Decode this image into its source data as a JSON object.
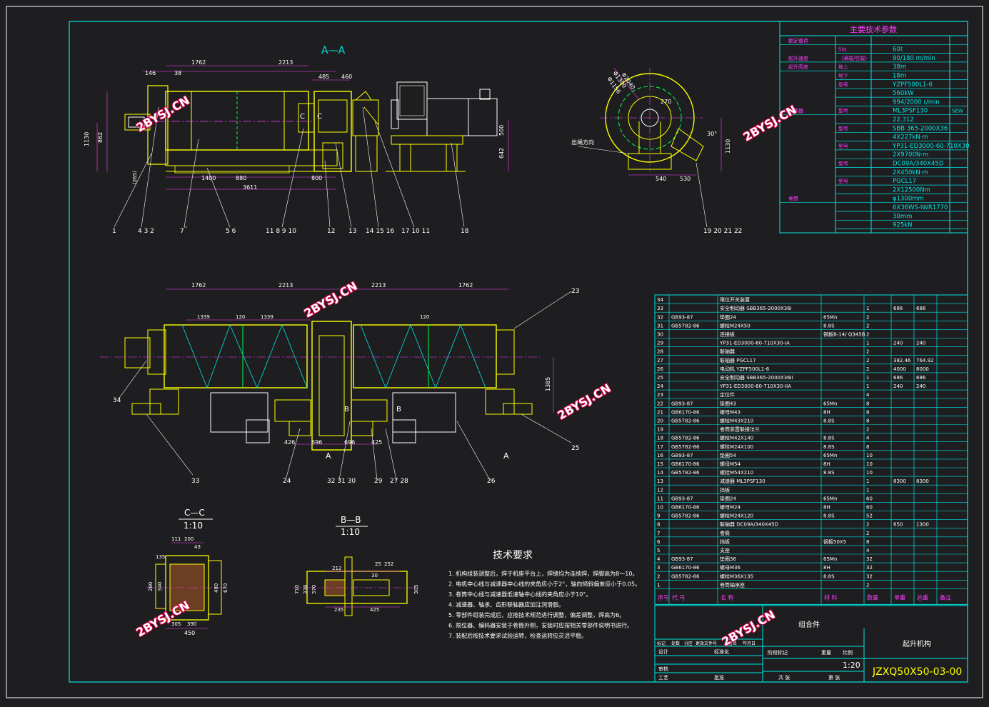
{
  "drawing": {
    "view_aa_label": "A—A",
    "view_cc_label": "C—C",
    "view_cc_scale": "1:10",
    "view_bb_label": "B—B",
    "view_bb_scale": "1:10",
    "section_marks": [
      "A",
      "A",
      "B",
      "B",
      "C",
      "C"
    ],
    "direction_label": "出绳方向",
    "watermark": "2BYSJ.CN"
  },
  "dimensions_top": [
    "1762",
    "2213",
    "146",
    "38",
    "485",
    "460",
    "1130",
    "862",
    "(265)",
    "1400",
    "880",
    "800",
    "3611",
    "500",
    "642"
  ],
  "dimensions_plan": [
    "1762",
    "2213",
    "2213",
    "1762",
    "1339",
    "120",
    "1339",
    "120",
    "1385",
    "426",
    "696",
    "696",
    "425"
  ],
  "dimensions_side": [
    "Φ2040",
    "Φ1300",
    "Φ1156",
    "270",
    "30°",
    "1130",
    "540",
    "530"
  ],
  "dimensions_cc": [
    "111",
    "200",
    "43",
    "135",
    "280",
    "340",
    "480",
    "670",
    "305",
    "390",
    "450"
  ],
  "dimensions_bb": [
    "212",
    "25",
    "252",
    "30",
    "710",
    "338",
    "370",
    "305",
    "235",
    "425"
  ],
  "leaders_top": [
    "1",
    "4 3 2",
    "7",
    "5 6",
    "11 8 9 10",
    "12",
    "13",
    "14 15 16",
    "17 10 11",
    "18"
  ],
  "leaders_side": [
    "19 20 21 22"
  ],
  "leaders_plan": [
    "23",
    "34",
    "25",
    "33",
    "24",
    "32 31 30",
    "29",
    "27 28",
    "26"
  ],
  "tech_table": {
    "title": "主要技术参数",
    "rows": [
      {
        "label": "额定载荷",
        "sub": "",
        "value": "",
        "extra": ""
      },
      {
        "label": "",
        "sub": "50t",
        "value": "60t",
        "extra": ""
      },
      {
        "label": "起升速度",
        "sub": "（满载/空载）",
        "value": "90/180  m/min",
        "extra": ""
      },
      {
        "label": "起升高度",
        "sub": "地上",
        "value": "38m",
        "extra": ""
      },
      {
        "label": "",
        "sub": "地下",
        "value": "18m",
        "extra": ""
      },
      {
        "label": "",
        "sub": "型号",
        "value": "YZPF500L1-6",
        "extra": ""
      },
      {
        "label": "",
        "sub": "",
        "value": "560kW",
        "extra": ""
      },
      {
        "label": "",
        "sub": "",
        "value": "994/2000 r/min",
        "extra": ""
      },
      {
        "label": "减速器",
        "sub": "型号",
        "value": "ML3PSF130",
        "extra": "SEW"
      },
      {
        "label": "",
        "sub": "",
        "value": "22.312",
        "extra": ""
      },
      {
        "label": "",
        "sub": "型号",
        "value": "SBB 365-2000X36",
        "extra": ""
      },
      {
        "label": "",
        "sub": "",
        "value": "4X227kN·m",
        "extra": ""
      },
      {
        "label": "",
        "sub": "型号",
        "value": "YP31-ED3000-60-710X30",
        "extra": ""
      },
      {
        "label": "",
        "sub": "",
        "value": "2X9700N·m",
        "extra": ""
      },
      {
        "label": "",
        "sub": "型号",
        "value": "DC09A/340X45D",
        "extra": ""
      },
      {
        "label": "",
        "sub": "",
        "value": "2X450kN·m",
        "extra": ""
      },
      {
        "label": "",
        "sub": "型号",
        "value": "PGCL17",
        "extra": ""
      },
      {
        "label": "",
        "sub": "",
        "value": "2X12500Nm",
        "extra": ""
      },
      {
        "label": "卷筒",
        "sub": "",
        "value": "φ1300mm",
        "extra": ""
      },
      {
        "label": "",
        "sub": "",
        "value": "6X36WS-IWR1770",
        "extra": ""
      },
      {
        "label": "",
        "sub": "",
        "value": "30mm",
        "extra": ""
      },
      {
        "label": "",
        "sub": "",
        "value": "925kN",
        "extra": ""
      }
    ]
  },
  "bom": {
    "rows": [
      {
        "no": "34",
        "code": "",
        "name": "限位开关装置",
        "mat": "",
        "qty": "",
        "w1": "",
        "w2": "",
        "note": ""
      },
      {
        "no": "33",
        "code": "",
        "name": "安全制动器 SBB365-2000X36I",
        "mat": "",
        "qty": "1",
        "w1": "686",
        "w2": "686",
        "note": ""
      },
      {
        "no": "32",
        "code": "GB93-87",
        "name": "垫圈24",
        "mat": "65Mn",
        "qty": "2",
        "w1": "",
        "w2": "",
        "note": ""
      },
      {
        "no": "31",
        "code": "GB5782-86",
        "name": "螺栓M24X50",
        "mat": "8.8S",
        "qty": "2",
        "w1": "",
        "w2": "",
        "note": ""
      },
      {
        "no": "30",
        "code": "",
        "name": "连接板",
        "mat": "钢板B-14/ Q345B",
        "qty": "2",
        "w1": "",
        "w2": "",
        "note": ""
      },
      {
        "no": "29",
        "code": "",
        "name": "YP31-ED3000-60-710X30-IA",
        "mat": "",
        "qty": "1",
        "w1": "240",
        "w2": "240",
        "note": ""
      },
      {
        "no": "28",
        "code": "",
        "name": "联轴器",
        "mat": "",
        "qty": "2",
        "w1": "",
        "w2": "",
        "note": ""
      },
      {
        "no": "27",
        "code": "",
        "name": "联轴器 PGCL17",
        "mat": "",
        "qty": "2",
        "w1": "382.46",
        "w2": "764.92",
        "note": ""
      },
      {
        "no": "26",
        "code": "",
        "name": "电动机 YZPF500L1-6",
        "mat": "",
        "qty": "2",
        "w1": "4000",
        "w2": "8000",
        "note": ""
      },
      {
        "no": "25",
        "code": "",
        "name": "安全制动器 SBB365-2000X36II",
        "mat": "",
        "qty": "1",
        "w1": "686",
        "w2": "686",
        "note": ""
      },
      {
        "no": "24",
        "code": "",
        "name": "YP31-ED3000-60-710X30-IIA",
        "mat": "",
        "qty": "1",
        "w1": "240",
        "w2": "240",
        "note": ""
      },
      {
        "no": "23",
        "code": "",
        "name": "定位件",
        "mat": "",
        "qty": "4",
        "w1": "",
        "w2": "",
        "note": ""
      },
      {
        "no": "22",
        "code": "GB93-87",
        "name": "垫圈43",
        "mat": "65Mn",
        "qty": "8",
        "w1": "",
        "w2": "",
        "note": ""
      },
      {
        "no": "21",
        "code": "GB6170-86",
        "name": "螺母M43",
        "mat": "8H",
        "qty": "8",
        "w1": "",
        "w2": "",
        "note": ""
      },
      {
        "no": "20",
        "code": "GB5782-86",
        "name": "螺栓M43X210",
        "mat": "8.8S",
        "qty": "8",
        "w1": "",
        "w2": "",
        "note": ""
      },
      {
        "no": "19",
        "code": "",
        "name": "卷筒装置联接法兰",
        "mat": "",
        "qty": "2",
        "w1": "",
        "w2": "",
        "note": ""
      },
      {
        "no": "18",
        "code": "GB5782-86",
        "name": "螺栓M42X140",
        "mat": "8.8S",
        "qty": "4",
        "w1": "",
        "w2": "",
        "note": ""
      },
      {
        "no": "17",
        "code": "GB5782-86",
        "name": "螺栓M24X100",
        "mat": "8.8S",
        "qty": "8",
        "w1": "",
        "w2": "",
        "note": ""
      },
      {
        "no": "16",
        "code": "GB93-87",
        "name": "垫圈54",
        "mat": "65Mn",
        "qty": "10",
        "w1": "",
        "w2": "",
        "note": ""
      },
      {
        "no": "15",
        "code": "GB6170-86",
        "name": "螺母M54",
        "mat": "8H",
        "qty": "10",
        "w1": "",
        "w2": "",
        "note": ""
      },
      {
        "no": "14",
        "code": "GB5782-86",
        "name": "螺栓M54X210",
        "mat": "8.8S",
        "qty": "10",
        "w1": "",
        "w2": "",
        "note": ""
      },
      {
        "no": "13",
        "code": "",
        "name": "减速器 ML3PSF130",
        "mat": "",
        "qty": "1",
        "w1": "8300",
        "w2": "8300",
        "note": ""
      },
      {
        "no": "12",
        "code": "",
        "name": "挡板",
        "mat": "",
        "qty": "1",
        "w1": "",
        "w2": "",
        "note": ""
      },
      {
        "no": "11",
        "code": "GB93-87",
        "name": "垫圈24",
        "mat": "65Mn",
        "qty": "60",
        "w1": "",
        "w2": "",
        "note": ""
      },
      {
        "no": "10",
        "code": "GB6170-86",
        "name": "螺母M24",
        "mat": "8H",
        "qty": "60",
        "w1": "",
        "w2": "",
        "note": ""
      },
      {
        "no": "9",
        "code": "GB5782-86",
        "name": "螺栓M24X120",
        "mat": "8.8S",
        "qty": "52",
        "w1": "",
        "w2": "",
        "note": ""
      },
      {
        "no": "8",
        "code": "",
        "name": "联轴器 DC09A/340X45D",
        "mat": "",
        "qty": "2",
        "w1": "650",
        "w2": "1300",
        "note": ""
      },
      {
        "no": "7",
        "code": "",
        "name": "卷筒",
        "mat": "",
        "qty": "2",
        "w1": "",
        "w2": "",
        "note": ""
      },
      {
        "no": "6",
        "code": "",
        "name": "挡板",
        "mat": "钢板50X5",
        "qty": "8",
        "w1": "",
        "w2": "",
        "note": ""
      },
      {
        "no": "5",
        "code": "",
        "name": "支座",
        "mat": "",
        "qty": "4",
        "w1": "",
        "w2": "",
        "note": ""
      },
      {
        "no": "4",
        "code": "GB93-87",
        "name": "垫圈36",
        "mat": "65Mn",
        "qty": "32",
        "w1": "",
        "w2": "",
        "note": ""
      },
      {
        "no": "3",
        "code": "GB6170-86",
        "name": "螺母M36",
        "mat": "8H",
        "qty": "32",
        "w1": "",
        "w2": "",
        "note": ""
      },
      {
        "no": "2",
        "code": "GB5782-86",
        "name": "螺栓M36X135",
        "mat": "8.8S",
        "qty": "32",
        "w1": "",
        "w2": "",
        "note": ""
      },
      {
        "no": "1",
        "code": "",
        "name": "卷筒轴承座",
        "mat": "",
        "qty": "2",
        "w1": "",
        "w2": "",
        "note": ""
      }
    ],
    "header": {
      "no": "序号",
      "code": "代  号",
      "name": "名      称",
      "mat": "材    料",
      "qty": "数量",
      "w1": "单重",
      "w2": "总重",
      "note": "备注"
    }
  },
  "title_block": {
    "assembly_label": "组合件",
    "drawing_name": "起升机构",
    "drawing_no": "JZXQ50X50-03-00",
    "scale": "1:20",
    "cells": [
      "标记",
      "处数",
      "分区",
      "更改文件号",
      "签名",
      "年月日",
      "设计",
      "标准化",
      "阶段标记",
      "重量",
      "比例",
      "审核",
      "工艺",
      "批准",
      "共    张",
      "第    张"
    ]
  },
  "tech_requirements": {
    "title": "技术要求",
    "items": [
      "1. 机构组装调整后，焊于机座平台上，焊缝均为连续焊，焊脚高为8～10。",
      "2. 电机中心线与减速器中心线的夹角应小于2°，轴向倾斜偏差应小于0.05。",
      "3. 卷筒中心线与减速器低速轴中心线的夹角应小于10°。",
      "4. 减速器、轴承、齿形联轴器应加注润滑脂。",
      "5. 零部件组装完成后，应按技术规范进行调整，偏差调整，焊高为6。",
      "6. 限位器、编码器安装于卷筒外侧，安装时应按相关零部件说明书进行。",
      "7. 装配后按技术要求试验运转，检查运转应灵活平稳。"
    ]
  }
}
